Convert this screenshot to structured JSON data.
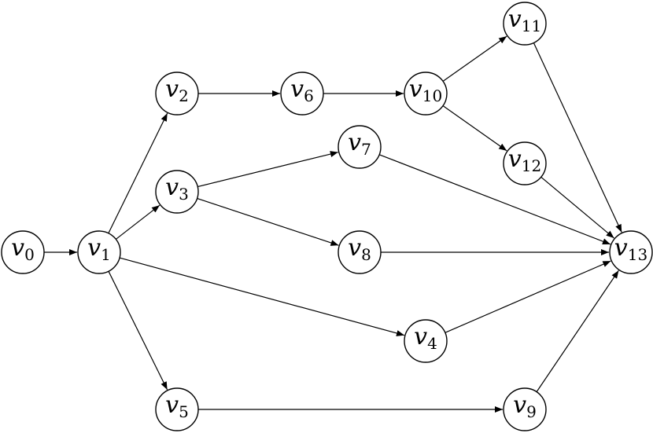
{
  "graph": {
    "nodes": [
      {
        "id": "v0",
        "label": "v",
        "sub": "0"
      },
      {
        "id": "v1",
        "label": "v",
        "sub": "1"
      },
      {
        "id": "v2",
        "label": "v",
        "sub": "2"
      },
      {
        "id": "v3",
        "label": "v",
        "sub": "3"
      },
      {
        "id": "v4",
        "label": "v",
        "sub": "4"
      },
      {
        "id": "v5",
        "label": "v",
        "sub": "5"
      },
      {
        "id": "v6",
        "label": "v",
        "sub": "6"
      },
      {
        "id": "v7",
        "label": "v",
        "sub": "7"
      },
      {
        "id": "v8",
        "label": "v",
        "sub": "8"
      },
      {
        "id": "v9",
        "label": "v",
        "sub": "9"
      },
      {
        "id": "v10",
        "label": "v",
        "sub": "10"
      },
      {
        "id": "v11",
        "label": "v",
        "sub": "11"
      },
      {
        "id": "v12",
        "label": "v",
        "sub": "12"
      },
      {
        "id": "v13",
        "label": "v",
        "sub": "13"
      }
    ],
    "edges": [
      {
        "from": "v0",
        "to": "v1"
      },
      {
        "from": "v1",
        "to": "v2"
      },
      {
        "from": "v1",
        "to": "v3"
      },
      {
        "from": "v1",
        "to": "v4"
      },
      {
        "from": "v1",
        "to": "v5"
      },
      {
        "from": "v2",
        "to": "v6"
      },
      {
        "from": "v3",
        "to": "v7"
      },
      {
        "from": "v3",
        "to": "v8"
      },
      {
        "from": "v4",
        "to": "v13"
      },
      {
        "from": "v5",
        "to": "v9"
      },
      {
        "from": "v6",
        "to": "v10"
      },
      {
        "from": "v7",
        "to": "v13"
      },
      {
        "from": "v8",
        "to": "v13"
      },
      {
        "from": "v9",
        "to": "v13"
      },
      {
        "from": "v10",
        "to": "v11"
      },
      {
        "from": "v10",
        "to": "v12"
      },
      {
        "from": "v11",
        "to": "v13"
      },
      {
        "from": "v12",
        "to": "v13"
      }
    ]
  }
}
